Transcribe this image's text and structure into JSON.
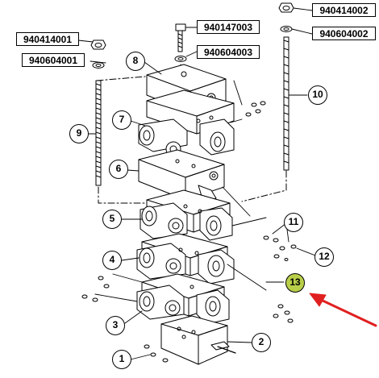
{
  "part_numbers": {
    "pn_940414002": "940414002",
    "pn_940604002": "940604002",
    "pn_940147003": "940147003",
    "pn_940414001": "940414001",
    "pn_940604003": "940604003",
    "pn_940604001": "940604001"
  },
  "callouts": {
    "c1": "1",
    "c2": "2",
    "c3": "3",
    "c4": "4",
    "c5": "5",
    "c6": "6",
    "c7": "7",
    "c8": "8",
    "c9": "9",
    "c10": "10",
    "c11": "11",
    "c12": "12",
    "c13": "13"
  },
  "colors": {
    "highlight": "#b9cf4a",
    "arrow": "#e02020",
    "line": "#000000"
  }
}
